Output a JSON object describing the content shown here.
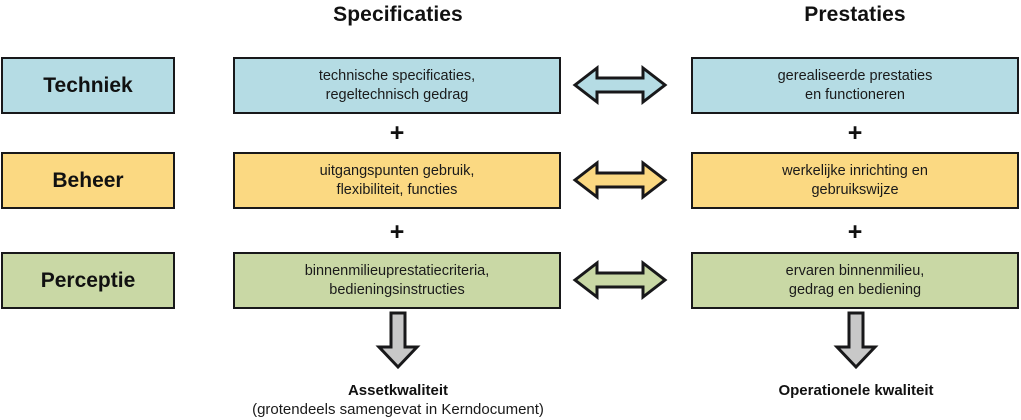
{
  "diagram": {
    "title_specificaties": "Specificaties",
    "title_prestaties": "Prestaties",
    "plus_symbol": "+",
    "colors": {
      "techniek": "#b5dce4",
      "beheer": "#fbd982",
      "perceptie": "#c9d8a5",
      "outline": "#18181a",
      "down_arrow_fill": "#c8c8c8",
      "background": "#ffffff"
    },
    "rows": [
      {
        "label": "Techniek",
        "specification": "technische specificaties,\nregeltechnisch gedrag",
        "specification_line1": "technische specificaties,",
        "specification_line2": "regeltechnisch gedrag",
        "performance_line1": "gerealiseerde prestaties",
        "performance_line2": "en functioneren",
        "color": "#b5dce4",
        "arrow": "double-headed-horizontal-arrow"
      },
      {
        "label": "Beheer",
        "specification_line1": "uitgangspunten gebruik,",
        "specification_line2": "flexibiliteit, functies",
        "performance_line1": "werkelijke inrichting en",
        "performance_line2": "gebruikswijze",
        "color": "#fbd982",
        "arrow": "double-headed-horizontal-arrow"
      },
      {
        "label": "Perceptie",
        "specification_line1": "binnenmilieuprestatiecriteria,",
        "specification_line2": "bedieningsinstructies",
        "performance_line1": "ervaren binnenmilieu,",
        "performance_line2": "gedrag en bediening",
        "color": "#c9d8a5",
        "arrow": "double-headed-horizontal-arrow"
      }
    ],
    "outcomes": {
      "specifications": {
        "title": "Assetkwaliteit",
        "subtitle": "(grotendeels samengevat in Kerndocument)"
      },
      "performances": {
        "title": "Operationele kwaliteit",
        "subtitle": ""
      }
    }
  }
}
